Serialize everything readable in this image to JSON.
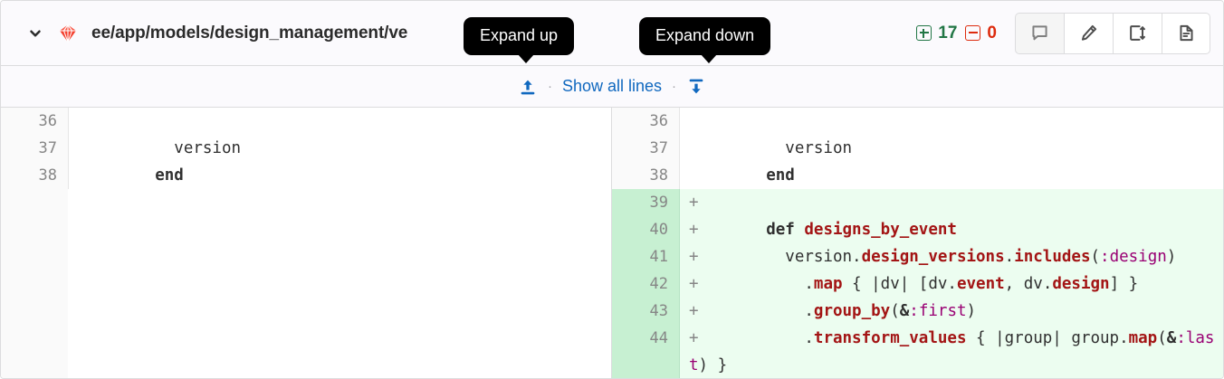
{
  "header": {
    "collapse_icon": "chevron-down-icon",
    "file_type_icon": "ruby-gem-icon",
    "file_path": "ee/app/models/design_management/ve",
    "stats": {
      "additions_label": "17",
      "deletions_label": "0",
      "add_icon": "plus-square-icon",
      "del_icon": "minus-square-icon",
      "add_color": "#217645",
      "del_color": "#dd2b0e"
    },
    "actions": [
      {
        "name": "comment-button",
        "icon": "comment-icon"
      },
      {
        "name": "edit-button",
        "icon": "pencil-icon"
      },
      {
        "name": "compare-versions-button",
        "icon": "compare-icon"
      },
      {
        "name": "view-file-button",
        "icon": "file-icon"
      }
    ]
  },
  "expand_row": {
    "expand_up_icon": "arrow-up-to-line-icon",
    "separator": "·",
    "show_all_label": "Show all lines",
    "expand_down_icon": "arrow-down-to-line-icon",
    "link_color": "#1068bf"
  },
  "tooltips": {
    "expand_up": "Expand up",
    "expand_down": "Expand down"
  },
  "diff": {
    "left": [
      {
        "num": "36",
        "sign": "",
        "type": "ctx",
        "tokens": []
      },
      {
        "num": "37",
        "sign": "",
        "type": "ctx",
        "tokens": [
          {
            "t": "        version",
            "c": "n"
          }
        ]
      },
      {
        "num": "38",
        "sign": "",
        "type": "ctx",
        "tokens": [
          {
            "t": "      ",
            "c": "n"
          },
          {
            "t": "end",
            "c": "k"
          }
        ]
      }
    ],
    "right": [
      {
        "num": "36",
        "sign": "",
        "type": "ctx",
        "tokens": []
      },
      {
        "num": "37",
        "sign": "",
        "type": "ctx",
        "tokens": [
          {
            "t": "        version",
            "c": "n"
          }
        ]
      },
      {
        "num": "38",
        "sign": "",
        "type": "ctx",
        "tokens": [
          {
            "t": "      ",
            "c": "n"
          },
          {
            "t": "end",
            "c": "k"
          }
        ]
      },
      {
        "num": "39",
        "sign": "+",
        "type": "add",
        "tokens": []
      },
      {
        "num": "40",
        "sign": "+",
        "type": "add",
        "tokens": [
          {
            "t": "      ",
            "c": "n"
          },
          {
            "t": "def",
            "c": "k"
          },
          {
            "t": " ",
            "c": "n"
          },
          {
            "t": "designs_by_event",
            "c": "nf"
          }
        ]
      },
      {
        "num": "41",
        "sign": "+",
        "type": "add",
        "tokens": [
          {
            "t": "        version",
            "c": "n"
          },
          {
            "t": ".",
            "c": "p"
          },
          {
            "t": "design_versions",
            "c": "m"
          },
          {
            "t": ".",
            "c": "p"
          },
          {
            "t": "includes",
            "c": "m"
          },
          {
            "t": "(",
            "c": "p"
          },
          {
            "t": ":design",
            "c": "sy"
          },
          {
            "t": ")",
            "c": "p"
          }
        ]
      },
      {
        "num": "42",
        "sign": "+",
        "type": "add",
        "tokens": [
          {
            "t": "          ",
            "c": "n"
          },
          {
            "t": ".",
            "c": "p"
          },
          {
            "t": "map",
            "c": "m"
          },
          {
            "t": " { |dv| [dv",
            "c": "n"
          },
          {
            "t": ".",
            "c": "p"
          },
          {
            "t": "event",
            "c": "m"
          },
          {
            "t": ", dv",
            "c": "n"
          },
          {
            "t": ".",
            "c": "p"
          },
          {
            "t": "design",
            "c": "m"
          },
          {
            "t": "] }",
            "c": "n"
          }
        ]
      },
      {
        "num": "43",
        "sign": "+",
        "type": "add",
        "tokens": [
          {
            "t": "          ",
            "c": "n"
          },
          {
            "t": ".",
            "c": "p"
          },
          {
            "t": "group_by",
            "c": "m"
          },
          {
            "t": "(",
            "c": "p"
          },
          {
            "t": "&",
            "c": "o"
          },
          {
            "t": ":first",
            "c": "sy"
          },
          {
            "t": ")",
            "c": "p"
          }
        ]
      },
      {
        "num": "44",
        "sign": "+",
        "type": "add",
        "tokens": [
          {
            "t": "          ",
            "c": "n"
          },
          {
            "t": ".",
            "c": "p"
          },
          {
            "t": "transform_values",
            "c": "m"
          },
          {
            "t": " { |group| group",
            "c": "n"
          },
          {
            "t": ".",
            "c": "p"
          },
          {
            "t": "map",
            "c": "m"
          },
          {
            "t": "(",
            "c": "p"
          },
          {
            "t": "&",
            "c": "o"
          },
          {
            "t": ":last",
            "c": "sy"
          },
          {
            "t": ")",
            "c": "p"
          },
          {
            "t": " }",
            "c": "n"
          }
        ]
      }
    ]
  }
}
